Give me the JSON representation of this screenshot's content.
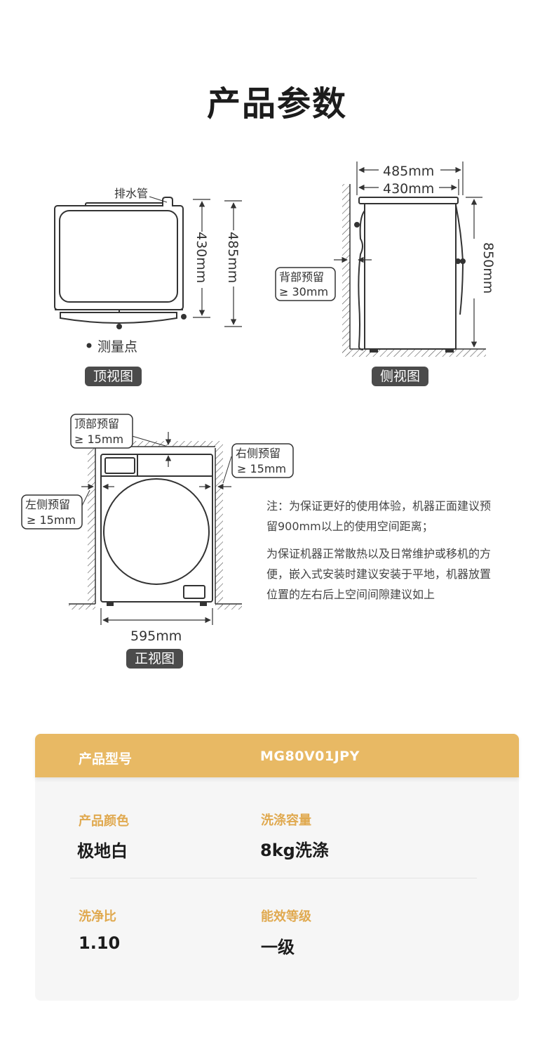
{
  "page": {
    "title": "产品参数"
  },
  "top_view": {
    "tag": "顶视图",
    "drain_label": "排水管",
    "dim_inner": "430mm",
    "dim_outer": "485mm",
    "measure_point": "测量点"
  },
  "side_view": {
    "tag": "侧视图",
    "dim_top_outer": "485mm",
    "dim_top_inner": "430mm",
    "dim_height": "850mm",
    "back_clearance_line1": "背部预留",
    "back_clearance_line2": "≥ 30mm"
  },
  "front_view": {
    "tag": "正视图",
    "top_clearance_line1": "顶部预留",
    "top_clearance_line2": "≥ 15mm",
    "right_clearance_line1": "右侧预留",
    "right_clearance_line2": "≥ 15mm",
    "left_clearance_line1": "左侧预留",
    "left_clearance_line2": "≥ 15mm",
    "dim_width": "595mm"
  },
  "notes": {
    "line1": "注：为保证更好的使用体验，机器正面建议预",
    "line2": "留900mm以上的使用空间距离；",
    "line3": "为保证机器正常散热以及日常维护或移机的方",
    "line4": "便，嵌入式安装时建议安装于平地，机器放置",
    "line5": "位置的左右后上空间间隙建议如上"
  },
  "specs": {
    "model_label": "产品型号",
    "model_value": "MG80V01JPY",
    "color_label": "产品颜色",
    "color_value": "极地白",
    "capacity_label": "洗涤容量",
    "capacity_value": "8kg洗涤",
    "ratio_label": "洗净比",
    "ratio_value": "1.10",
    "energy_label": "能效等级",
    "energy_value": "一级"
  },
  "colors": {
    "accent": "#e8b964",
    "label": "#e0a94f",
    "tag_bg": "#4b4b4b",
    "line": "#333333"
  }
}
